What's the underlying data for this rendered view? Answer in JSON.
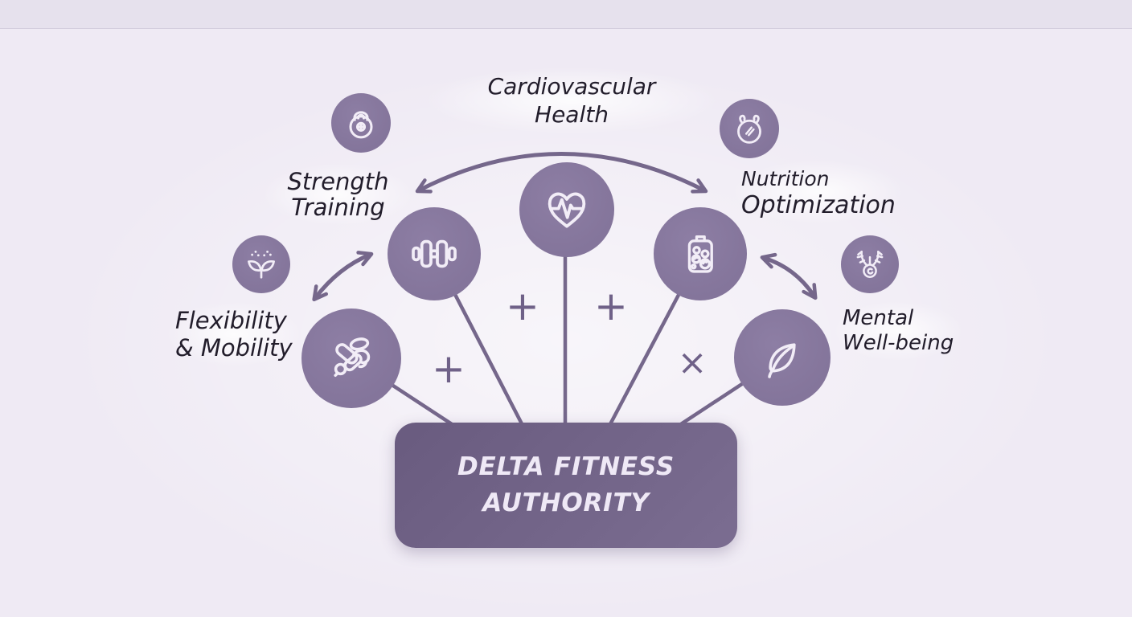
{
  "title": "Delta Fitness Authority wellness pillars diagram",
  "center": {
    "title_line1": "DELTA FITNESS",
    "title_line2": "AUTHORITY"
  },
  "nodes": [
    {
      "id": "cardiovascular",
      "label_line1": "Cardiovascular",
      "label_line2": "Health",
      "icon": "heart-pulse-icon"
    },
    {
      "id": "strength",
      "label_line1": "Strength",
      "label_line2": "Training",
      "icon": "dumbbell-icon",
      "badge_icon": "kettlebell-icon"
    },
    {
      "id": "nutrition",
      "label_line1": "Nutrition",
      "label_line2": "Optimization",
      "icon": "meal-tray-icon",
      "badge_icon": "food-pot-icon"
    },
    {
      "id": "flexibility",
      "label_line1": "Flexibility",
      "label_line2": "& Mobility",
      "icon": "stretching-icon",
      "badge_icon": "sprout-icon"
    },
    {
      "id": "mental",
      "label_line1": "Mental",
      "label_line2": "Well-being",
      "icon": "leaf-icon",
      "badge_icon": "antler-icon"
    }
  ],
  "symbols": {
    "plus": "+",
    "times": "×"
  },
  "colors": {
    "background": "#efeaf4",
    "top_band": "#e6e1ed",
    "circle": "#84759b",
    "icon_stroke": "#f2edf7",
    "line": "#75678b",
    "symbol": "#6f6188",
    "label": "#221d2b",
    "box_start": "#695b7f",
    "box_end": "#7b6d91",
    "box_text": "#efe9f6"
  }
}
